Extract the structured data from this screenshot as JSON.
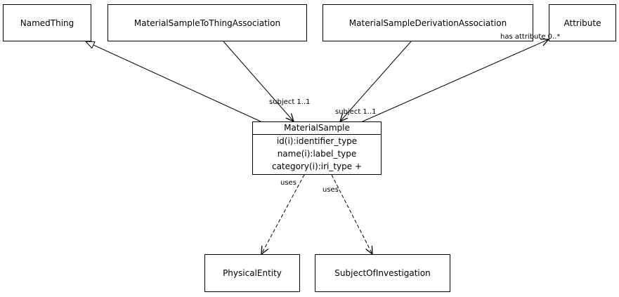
{
  "diagram": {
    "classes": {
      "named_thing": "NamedThing",
      "to_thing_assoc": "MaterialSampleToThingAssociation",
      "derivation_assoc": "MaterialSampleDerivationAssociation",
      "attribute": "Attribute",
      "physical_entity": "PhysicalEntity",
      "subject_of_investigation": "SubjectOfInvestigation"
    },
    "main_class": {
      "name": "MaterialSample",
      "attributes": [
        "id(i):identifier_type",
        "name(i):label_type",
        "category(i):iri_type +"
      ]
    },
    "edge_labels": {
      "subject_to_thing": "subject 1..1",
      "subject_derivation": "subject 1..1",
      "has_attribute": "has attribute 0..*",
      "uses_physical": "uses",
      "uses_subject": "uses"
    },
    "colors": {
      "line": "#000000",
      "background": "#ffffff"
    }
  }
}
